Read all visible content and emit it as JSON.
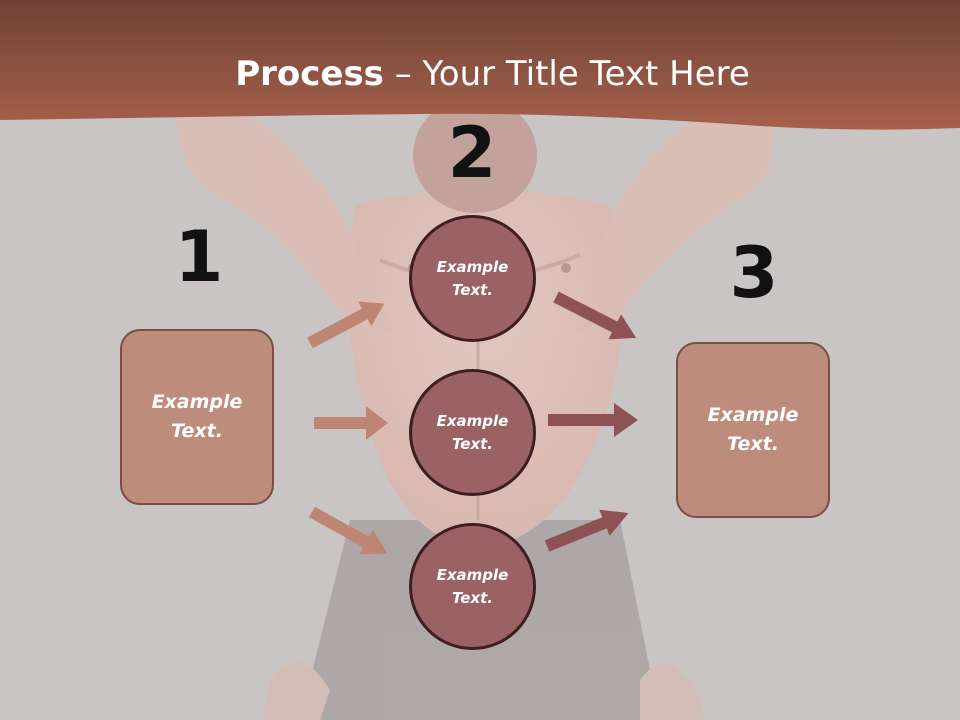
{
  "title": {
    "bold": "Process",
    "rest": " – Your Title Text Here"
  },
  "steps": [
    {
      "number": "1",
      "box_text": "Example Text."
    },
    {
      "number": "2",
      "circles": [
        "Example Text.",
        "Example Text.",
        "Example Text."
      ]
    },
    {
      "number": "3",
      "box_text": "Example Text."
    }
  ],
  "colors": {
    "header_band": "#a7604c",
    "left_arrows": "#bf8574",
    "right_arrows": "#8e5255",
    "box_fill": "#be8c7c",
    "circle_fill": "#9a6264",
    "background": "#c9c5c4"
  }
}
